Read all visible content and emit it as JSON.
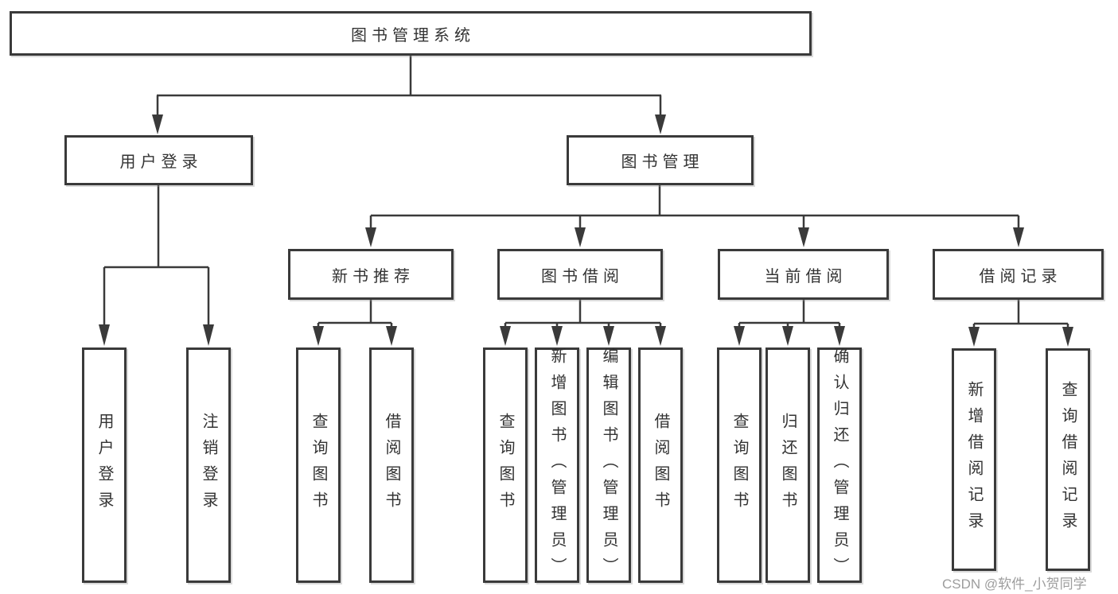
{
  "diagram": {
    "root": {
      "label": "图书管理系统"
    },
    "level2": [
      {
        "label": "用户登录"
      },
      {
        "label": "图书管理"
      }
    ],
    "level3": [
      {
        "label": "新书推荐",
        "parent": "图书管理"
      },
      {
        "label": "图书借阅",
        "parent": "图书管理"
      },
      {
        "label": "当前借阅",
        "parent": "图书管理"
      },
      {
        "label": "借阅记录",
        "parent": "图书管理"
      }
    ],
    "leaves": [
      {
        "label": "用户登录",
        "parent": "用户登录"
      },
      {
        "label": "注销登录",
        "parent": "用户登录"
      },
      {
        "label": "查询图书",
        "parent": "新书推荐"
      },
      {
        "label": "借阅图书",
        "parent": "新书推荐"
      },
      {
        "label": "查询图书",
        "parent": "图书借阅"
      },
      {
        "label": "新增图书（管理员）",
        "parent": "图书借阅"
      },
      {
        "label": "编辑图书（管理员）",
        "parent": "图书借阅"
      },
      {
        "label": "借阅图书",
        "parent": "图书借阅"
      },
      {
        "label": "查询图书",
        "parent": "当前借阅"
      },
      {
        "label": "归还图书",
        "parent": "当前借阅"
      },
      {
        "label": "确认归还（管理员）",
        "parent": "当前借阅"
      },
      {
        "label": "新增借阅记录",
        "parent": "借阅记录"
      },
      {
        "label": "查询借阅记录",
        "parent": "借阅记录"
      }
    ],
    "colors": {
      "line": "#3a3a3a",
      "box_border": "#3a3a3a",
      "box_fill": "#ffffff",
      "text": "#333333",
      "watermark": "#9d9d9d",
      "background": "#ffffff"
    }
  },
  "watermark": {
    "text": "CSDN @软件_小贺同学"
  }
}
